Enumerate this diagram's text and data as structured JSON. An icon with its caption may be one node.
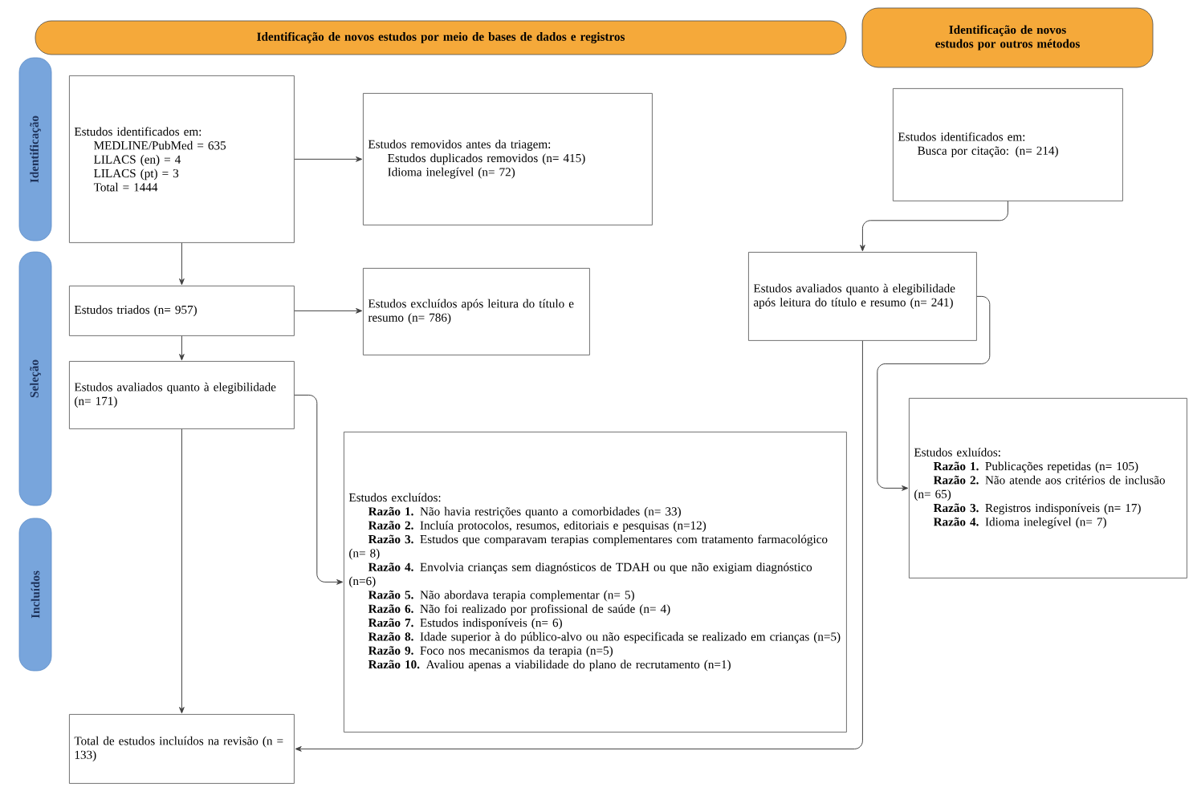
{
  "diagram": {
    "nodes": [
      {
        "text": [
          "Identificação de novos estudos por meio de bases de dados e registros"
        ]
      },
      {
        "text": [
          "Identificação de novos estudos por outros métodos"
        ]
      },
      {
        "text": [
          "Identificação"
        ]
      },
      {
        "text": [
          "Seleção"
        ]
      },
      {
        "text": [
          "Incluídos"
        ]
      },
      {
        "text": [
          "Estudos identificados em:",
          "MEDLINE/PubMed = 635",
          "LILACS (en) = 4",
          "LILACS (pt) = 3",
          "Total = 1444"
        ]
      },
      {
        "text": [
          "Estudos removidos antes da triagem:",
          "Estudos duplicados removidos (n= 415)",
          "Idioma inelegível (n= 72)"
        ]
      },
      {
        "text": [
          "Estudos identificados em:",
          "Busca por citação: (n= 214)"
        ]
      },
      {
        "text": [
          "Estudos triados (n= 957)"
        ]
      },
      {
        "text": [
          "Estudos excluídos após leitura do título e resumo (n= 786)"
        ]
      },
      {
        "text": [
          "Estudos avaliados quanto à elegibilidade (n= 171)"
        ]
      },
      {
        "text": [
          "Estudos avaliados quanto à elegibilidade após leitura do título e resumo (n= 241)"
        ]
      },
      {
        "text": [
          "Estudos excluídos:",
          "**Razão 1.** Não havia restrições quanto a comorbidades (n= 33)",
          "**Razão 2.** Incluía protocolos, resumos, editoriais e pesquisas (n=12)",
          "**Razão 3.** Estudos que comparavam terapias complementares com tratamento farmacológico (n= 8)",
          "**Razão 4.** Envolvia crianças sem diagnósticos de TDAH ou que não exigiam diagnóstico (n=6)",
          "**Razão 5.** Não abordava terapia complementar (n= 5)",
          "**Razão 6.** Não foi realizado por profissional de saúde (n= 4)",
          "**Razão 7.** Estudos indisponíveis (n= 6)",
          "**Razão 8.** Idade superior à do público-alvo ou não especificada se realizado em crianças (n=5)",
          "**Razão 9.** Foco nos mecanismos da terapia (n=5)",
          "**Razão 10.** Avaliou apenas a viabilidade do plano de recrutamento (n=1)"
        ]
      },
      {
        "text": [
          "Estudos exluídos:",
          "**Razão 1.** Publicações repetidas (n= 105)",
          "**Razão 2.** Não atende aos critérios de inclusão (n= 65)",
          "**Razão 3.** Registros indisponíveis (n= 17)",
          "**Razão 4.** Idioma inelegível (n= 7)"
        ]
      },
      {
        "text": [
          "Total de estudos incluídos na revisão (n = 133)"
        ]
      }
    ],
    "edges": [
      {
        "from": 5,
        "to": 6,
        "arrow": "to"
      },
      {
        "from": 5,
        "to": 8,
        "arrow": "to"
      },
      {
        "from": 8,
        "to": 9,
        "arrow": "to"
      },
      {
        "from": 8,
        "to": 10,
        "arrow": "to"
      },
      {
        "from": 10,
        "to": 12,
        "arrow": "to"
      },
      {
        "from": 10,
        "to": 14,
        "arrow": "to"
      },
      {
        "from": 7,
        "to": 11,
        "arrow": "to"
      },
      {
        "from": 11,
        "to": 13,
        "arrow": "to"
      },
      {
        "from": 11,
        "to": 14,
        "arrow": "to"
      }
    ]
  }
}
